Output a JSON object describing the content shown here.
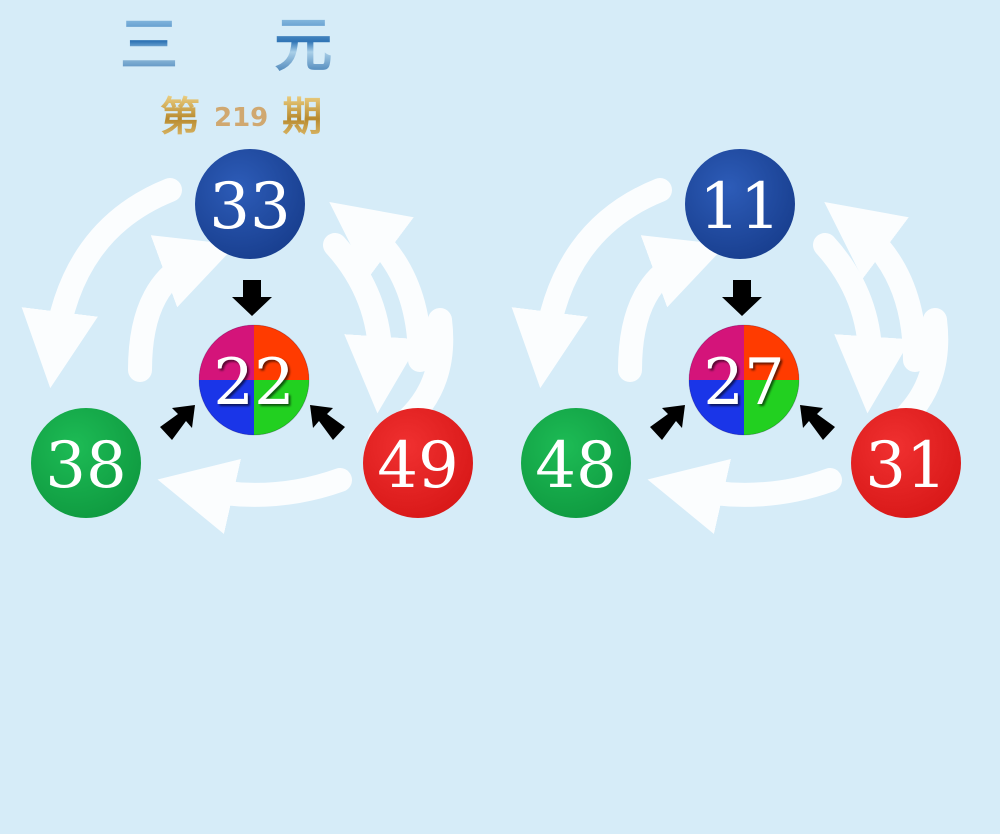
{
  "header": {
    "title": "三 元 图",
    "issue_prefix": "第",
    "issue_number": "219",
    "issue_suffix": "期"
  },
  "groups": [
    {
      "top": {
        "number": "33",
        "color": "#1d47a0"
      },
      "center": {
        "number": "22",
        "color": "multicolor"
      },
      "left": {
        "number": "38",
        "color": "#14a84a"
      },
      "right": {
        "number": "49",
        "color": "#e82020"
      }
    },
    {
      "top": {
        "number": "11",
        "color": "#1d47a0"
      },
      "center": {
        "number": "27",
        "color": "multicolor"
      },
      "left": {
        "number": "48",
        "color": "#14a84a"
      },
      "right": {
        "number": "31",
        "color": "#e82020"
      }
    }
  ],
  "colors": {
    "background": "#d6ecf8",
    "blue_ball": "#1d47a0",
    "green_ball": "#14a84a",
    "red_ball": "#e82020",
    "arrow": "#000000",
    "cycle_arrow": "#ffffff"
  },
  "icons": {
    "pointer": "arrow-icon",
    "cycle": "cycle-arrow-icon"
  }
}
